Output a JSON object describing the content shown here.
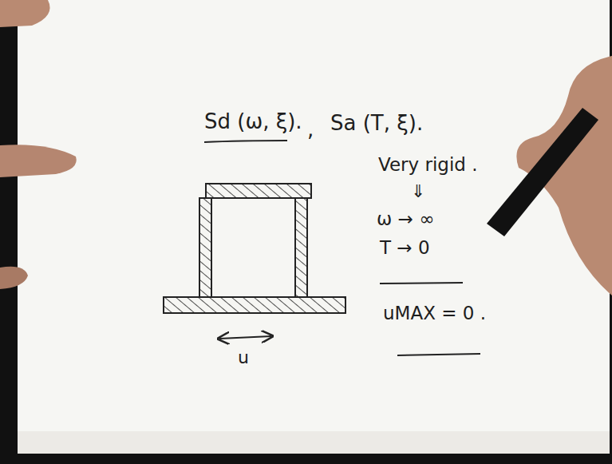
{
  "diagram": {
    "labels": [
      "Sd (ω, ξ).",
      ",",
      "Sa (T, ξ).",
      "Very rigid .",
      "⇓",
      "ω → ∞",
      "T → 0",
      "uMAX = 0 .",
      "u"
    ]
  }
}
